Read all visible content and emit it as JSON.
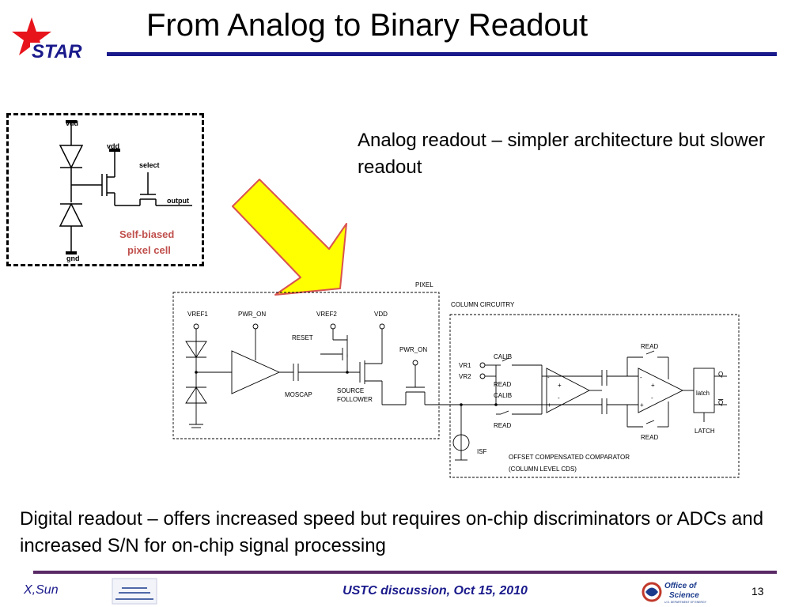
{
  "slide": {
    "title": "From Analog to Binary Readout",
    "analog_text": "Analog readout – simpler architecture but slower readout",
    "digital_text": "Digital readout – offers increased speed but requires on-chip discriminators or ADCs and increased S/N for on-chip signal processing"
  },
  "logo": {
    "star_text": "STAR"
  },
  "pixel_cell": {
    "vdd_top": "vdd",
    "vdd_mid": "vdd",
    "select": "select",
    "output": "output",
    "gnd": "gnd",
    "caption_line1": "Self-biased",
    "caption_line2": "pixel cell",
    "caption_color": "#c0504d"
  },
  "arrow": {
    "fill": "#ffff00",
    "stroke": "#d9534f"
  },
  "schematic": {
    "pixel": "PIXEL",
    "column_circuitry": "COLUMN CIRCUITRY",
    "vref1": "VREF1",
    "pwr_on_top": "PWR_ON",
    "vref2": "VREF2",
    "vdd": "VDD",
    "reset": "RESET",
    "pwr_on_right": "PWR_ON",
    "moscap": "MOSCAP",
    "source": "SOURCE",
    "follower": "FOLLOWER",
    "vr1": "VR1",
    "vr2": "VR2",
    "calib_top": "CALIB",
    "read_top": "READ",
    "calib_bottom": "CALIB",
    "read_bottom": "READ",
    "read_fb_top": "READ",
    "read_fb_bottom": "READ",
    "latch": "latch",
    "latch_label": "LATCH",
    "q": "Q",
    "q_bar": "Q",
    "isf": "ISF",
    "offset_line1": "OFFSET COMPENSATED COMPARATOR",
    "offset_line2": "(COLUMN LEVEL CDS)"
  },
  "footer": {
    "author": "X,Sun",
    "event": "USTC discussion, Oct 15, 2010",
    "page": "13",
    "doe_line1": "Office of",
    "doe_line2": "Science",
    "doe_line3": "U.S. DEPARTMENT OF ENERGY"
  }
}
